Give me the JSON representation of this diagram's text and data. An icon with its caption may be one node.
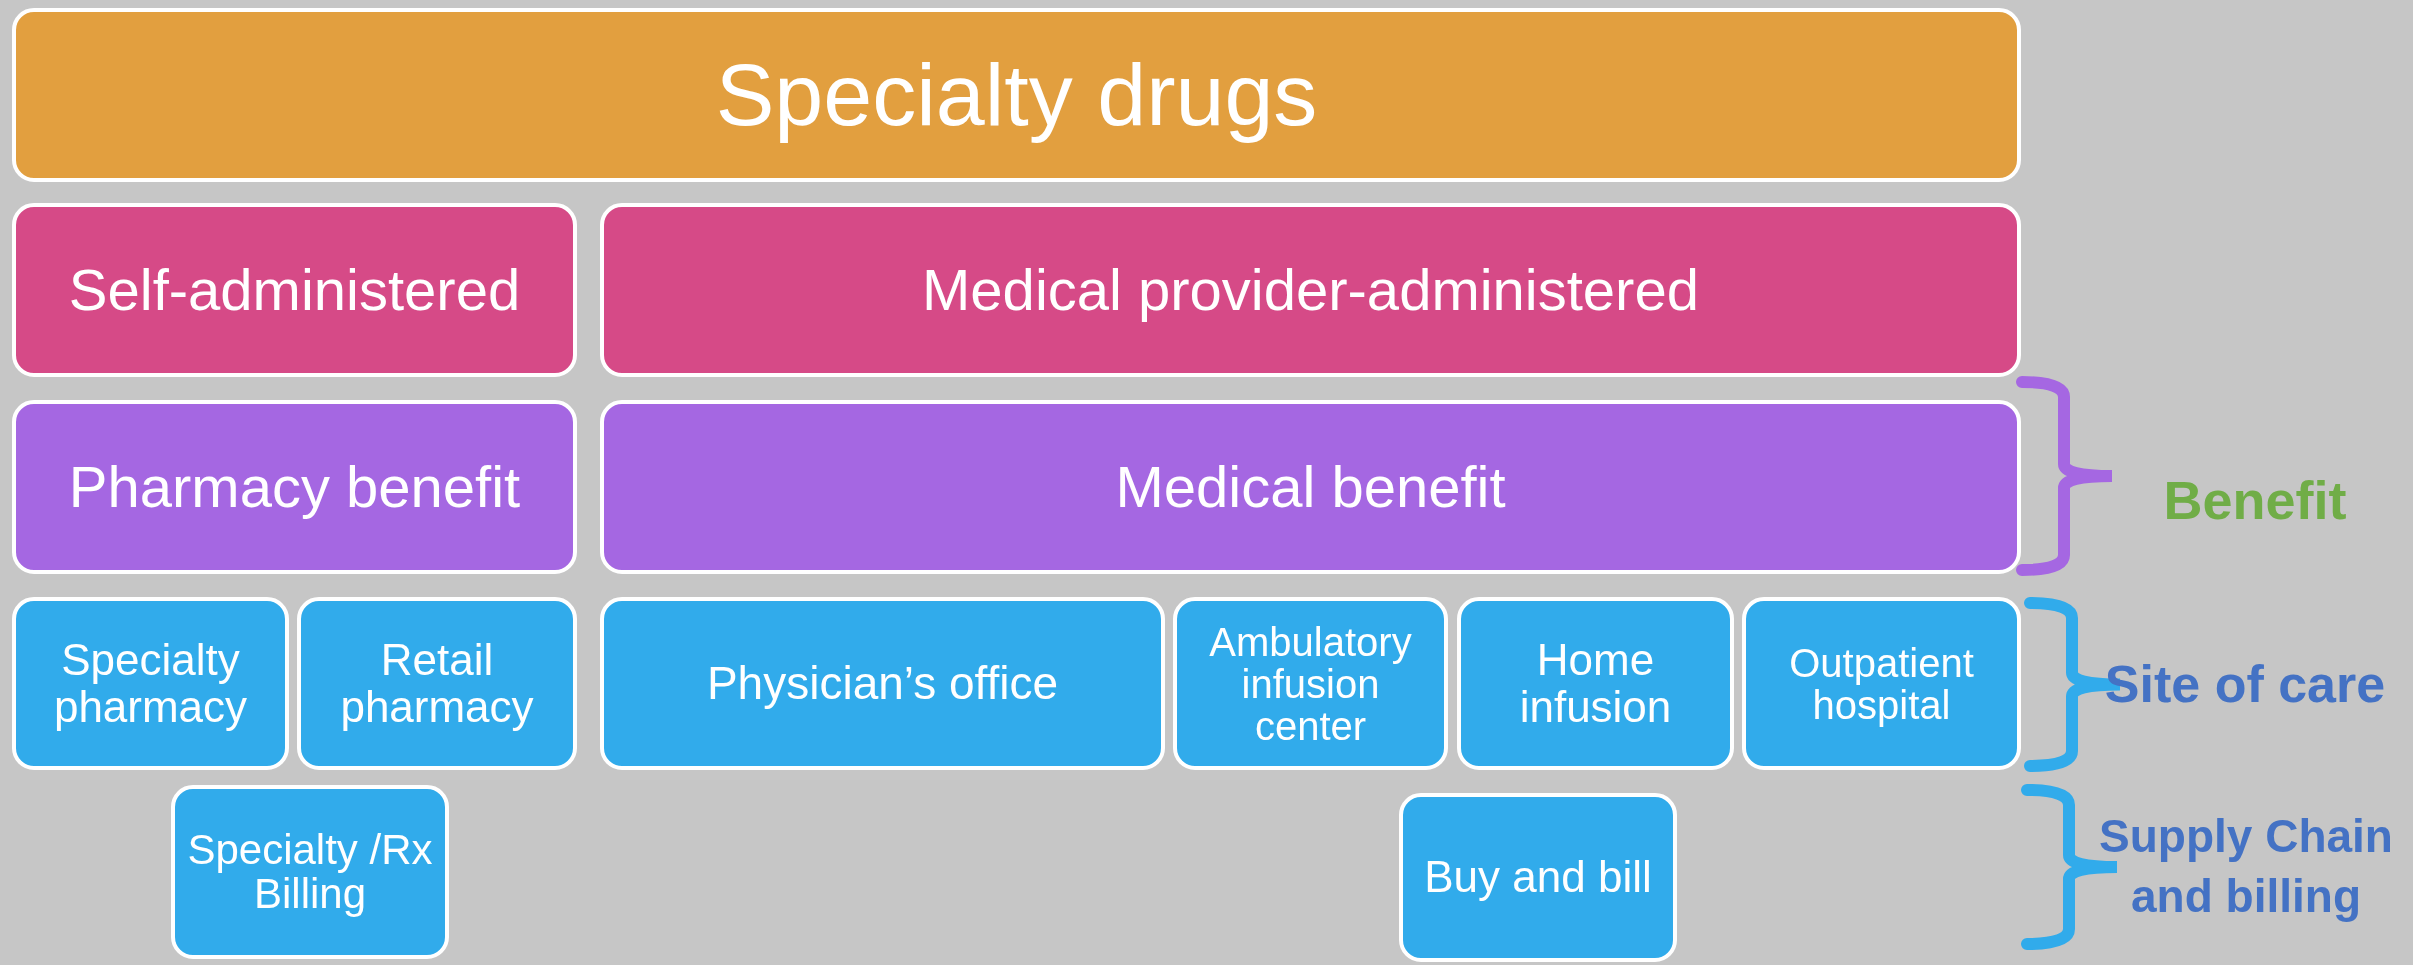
{
  "diagram": {
    "nodes": [
      {
        "text": [
          "Specialty drugs"
        ]
      },
      {
        "text": [
          "Self-administered"
        ]
      },
      {
        "text": [
          "Medical provider-administered"
        ]
      },
      {
        "text": [
          "Pharmacy benefit"
        ]
      },
      {
        "text": [
          "Medical benefit"
        ]
      },
      {
        "text": [
          "Specialty pharmacy"
        ]
      },
      {
        "text": [
          "Retail pharmacy"
        ]
      },
      {
        "text": [
          "Physician’s office"
        ]
      },
      {
        "text": [
          "Ambulatory infusion center"
        ]
      },
      {
        "text": [
          "Home infusion"
        ]
      },
      {
        "text": [
          "Outpatient hospital"
        ]
      },
      {
        "text": [
          "Specialty /Rx Billing"
        ]
      },
      {
        "text": [
          "Buy and bill"
        ]
      }
    ],
    "labels": [
      "Benefit",
      "Site of care",
      "Supply Chain and billing"
    ]
  }
}
